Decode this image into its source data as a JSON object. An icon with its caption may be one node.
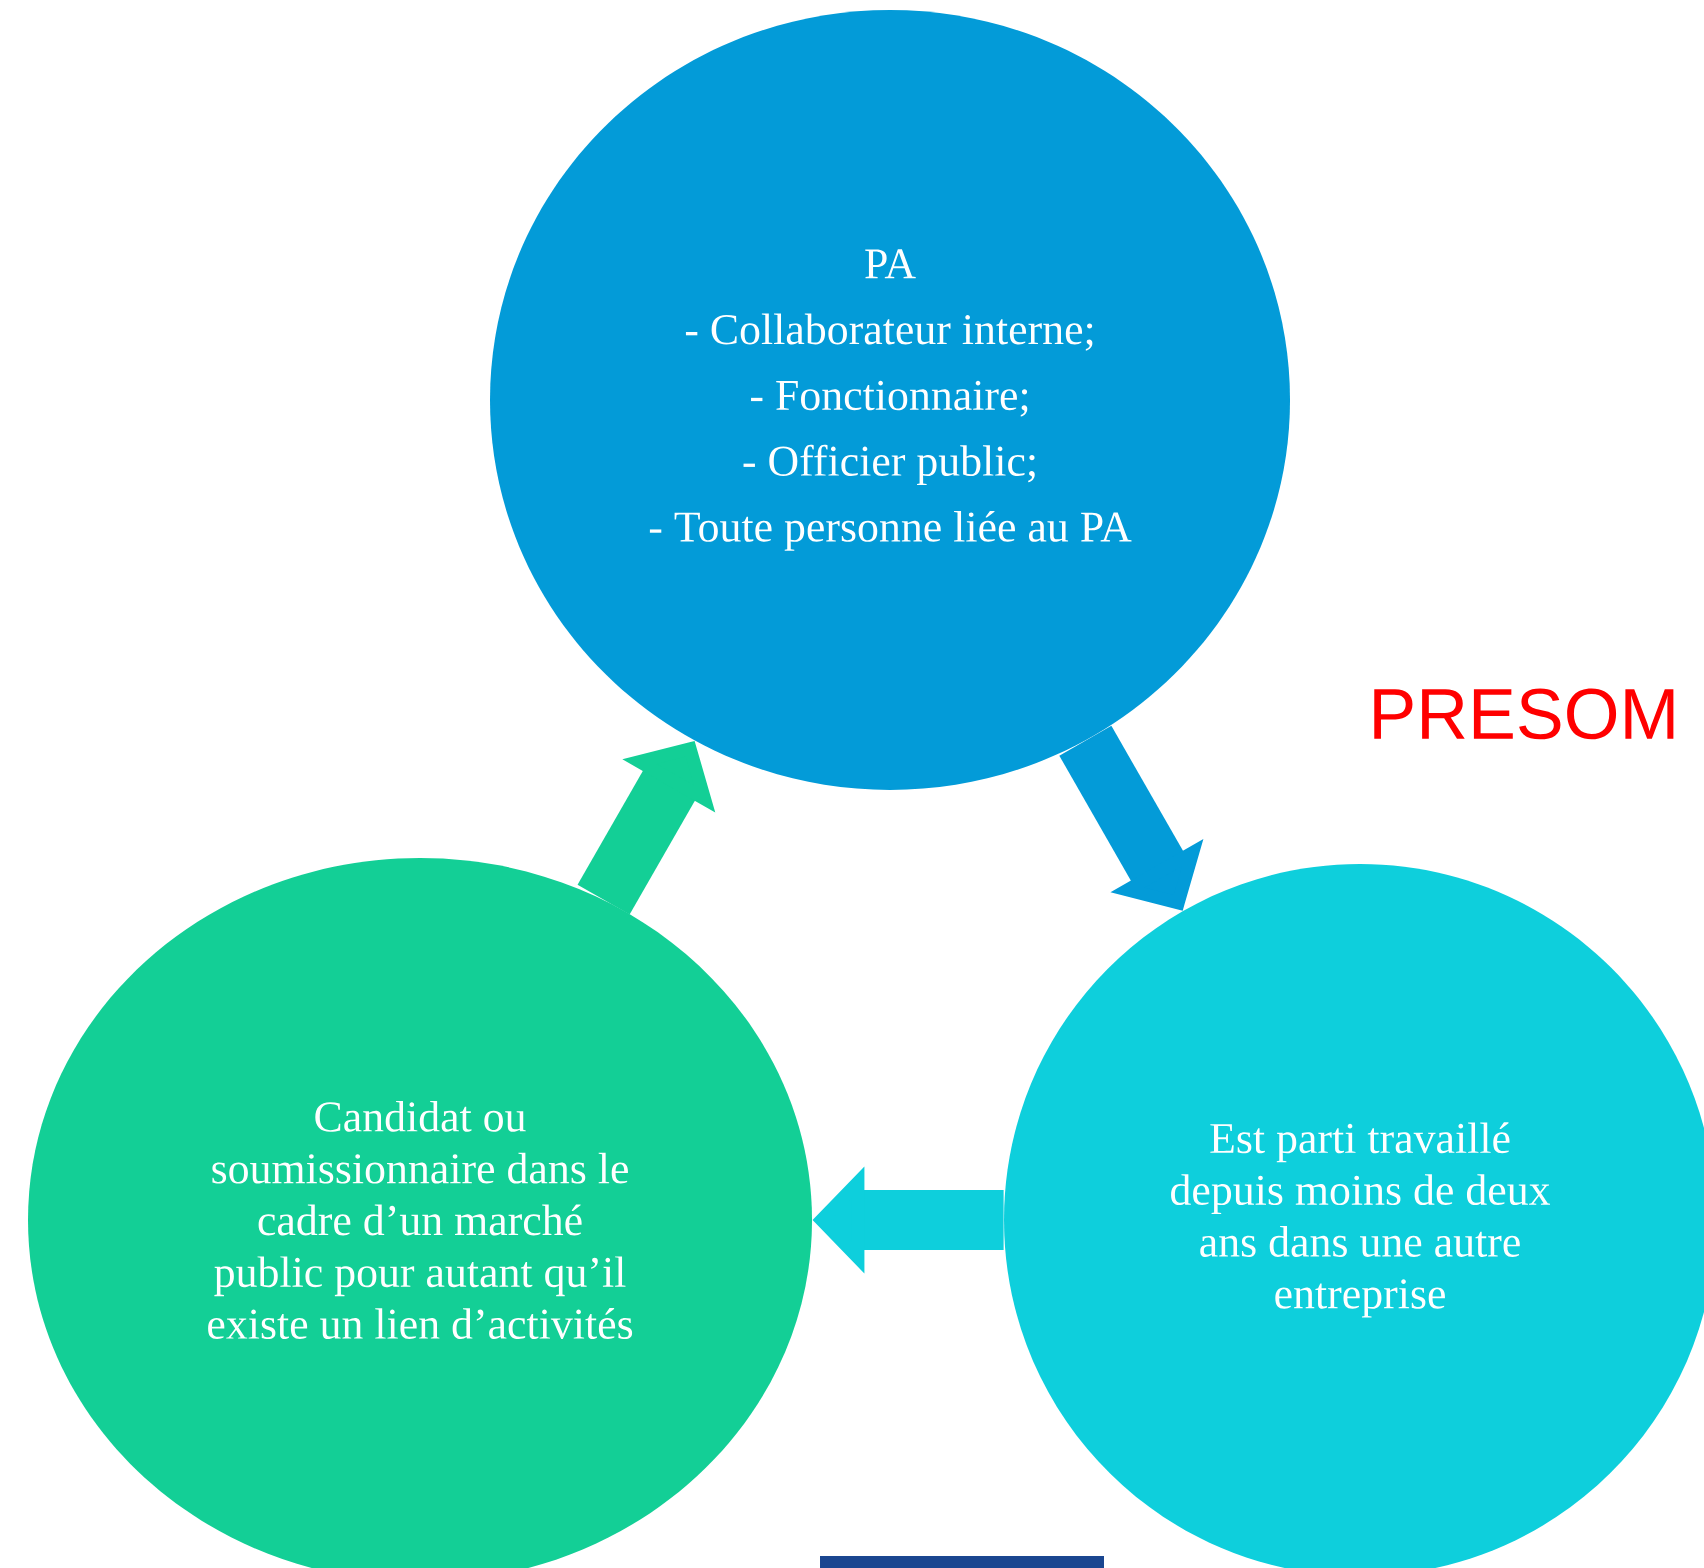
{
  "diagram": {
    "nodes": [
      {
        "text": [
          "PA",
          "- Collaborateur interne;",
          "- Fonctionnaire;",
          "- Officier public;",
          "- Toute personne liée au PA"
        ]
      },
      {
        "text": [
          "Est parti travaillé depuis moins de deux ans dans une autre entreprise"
        ]
      },
      {
        "text": [
          "Candidat ou soumissionnaire dans le cadre d’un marché public pour autant qu’il existe un lien d’activités"
        ]
      }
    ],
    "edges": [
      {
        "from": 0,
        "to": 1,
        "arrow": "to",
        "color": "#039bd8"
      },
      {
        "from": 1,
        "to": 2,
        "arrow": "to",
        "color": "#0ecfdc"
      },
      {
        "from": 2,
        "to": 0,
        "arrow": "to",
        "color": "#13cf96"
      }
    ],
    "labels": [
      "PRESOM"
    ]
  }
}
